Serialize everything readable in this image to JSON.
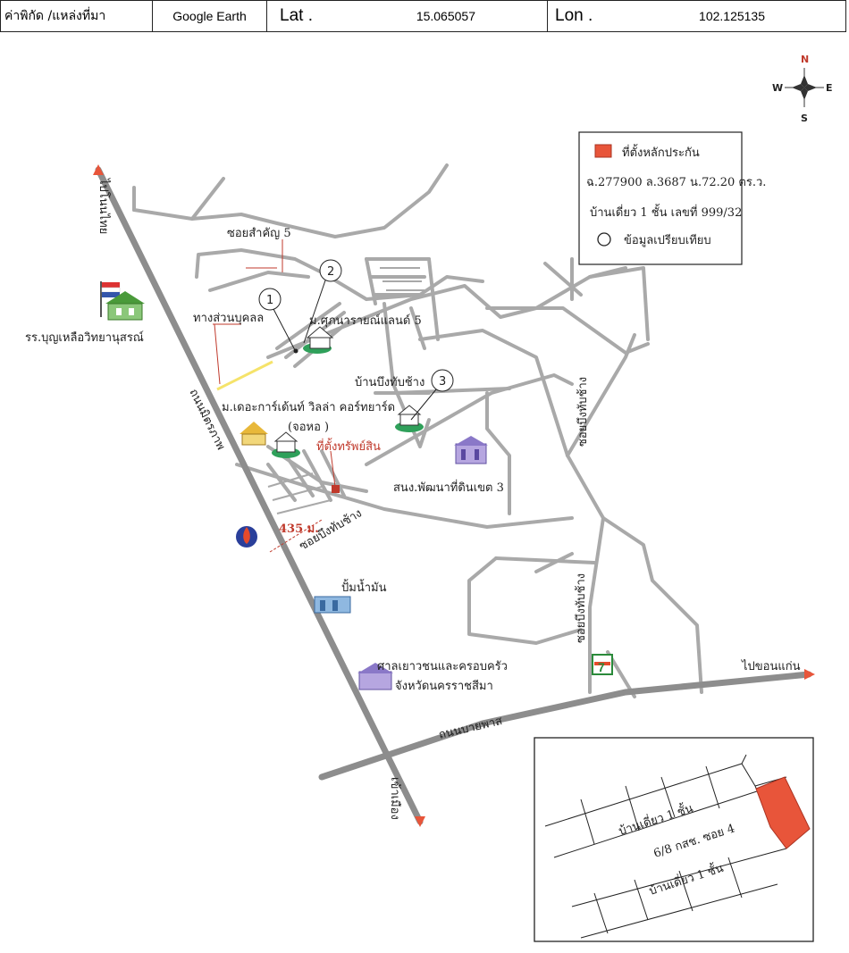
{
  "header": {
    "coord_label": "ค่าพิกัด /แหล่งที่มา",
    "source": "Google Earth",
    "lat_label": "Lat .",
    "lat_value": "15.065057",
    "lon_label": "Lon .",
    "lon_value": "102.125135"
  },
  "compass": {
    "n": "N",
    "s": "S",
    "e": "E",
    "w": "W"
  },
  "legend": {
    "collateral_label": "ที่ตั้งหลักประกัน",
    "deed_info": "ฉ.277900 ล.3687 น.72.20 ตร.ว.",
    "house_info": "บ้านเดี่ยว 1 ชั้น เลขที่ 999/32",
    "comparable_label": "ข้อมูลเปรียบเทียบ",
    "collateral_color": "#e8553a"
  },
  "map_labels": {
    "to_nonthai": "ไปโนนไทย",
    "school": "รร.บุญเหลือวิทยานุสรณ์",
    "private_road": "ทางส่วนบุคลล",
    "soi_samkhan": "ซอยสำคัญ 5",
    "village_1": "ม.ศุภนารายณ์แลนด์ 5",
    "village_3": "บ้านบึงทับช้าง",
    "village_2": "ม.เดอะการ์เด้นท์ วิลล่า คอร์ทยาร์ด",
    "dorm": "(จอหอ )",
    "asset_location": "ที่ตั้งทรัพย์สิน",
    "distance": "435 ม.",
    "soi_bueng_a": "ซอยบึงทับช้าง",
    "soi_bueng_b": "ซอยบึงทับช้าง",
    "soi_bueng_c": "ซอยบึงทับช้าง",
    "main_road": "ถนนมิตรภาพ",
    "land_office": "สนง.พัฒนาที่ดินเขต 3",
    "gas_station": "ปั้มน้ำมัน",
    "court_line1": "ศาลเยาวชนและครอบครัว",
    "court_line2": "จังหวัดนครราชสีมา",
    "bypass": "ถนนบายพาส",
    "to_khonkaen": "ไปขอนแก่น",
    "to_city": "เข้าเมือง",
    "marker_1": "1",
    "marker_2": "2",
    "marker_3": "3"
  },
  "inset": {
    "house_a": "บ้านเดี่ยว 1 ชั้น",
    "soi": "6/8 กสช. ซอย 4",
    "house_b": "บ้านเดี่ยว 1 ชั้น"
  }
}
